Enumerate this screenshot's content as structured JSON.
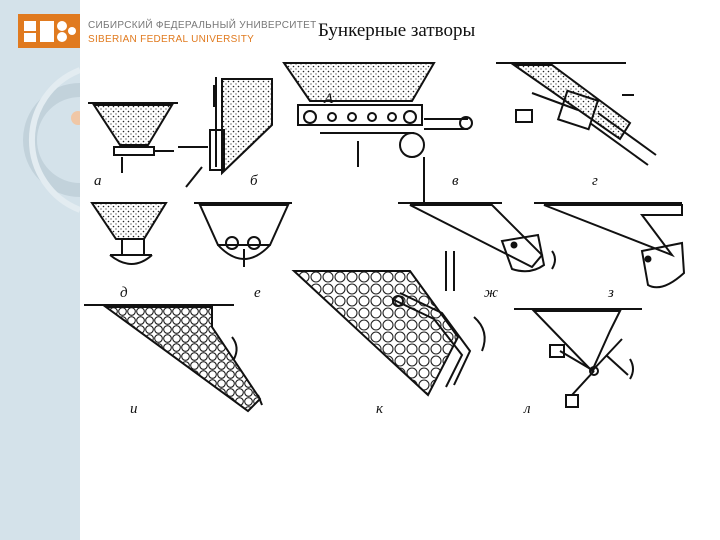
{
  "logo": {
    "line_ru": "СИБИРСКИЙ ФЕДЕРАЛЬНЫЙ УНИВЕРСИТЕТ",
    "line_en": "SIBERIAN FEDERAL UNIVERSITY"
  },
  "title": "Бункерные затворы",
  "diagram": {
    "marker_a": "A",
    "labels": [
      "а",
      "б",
      "в",
      "г",
      "д",
      "е",
      "ж",
      "з",
      "и",
      "к",
      "л"
    ]
  },
  "colors": {
    "sidebar": "#d4e2ea",
    "logo_orange": "#e07a1f",
    "ink": "#111111"
  }
}
